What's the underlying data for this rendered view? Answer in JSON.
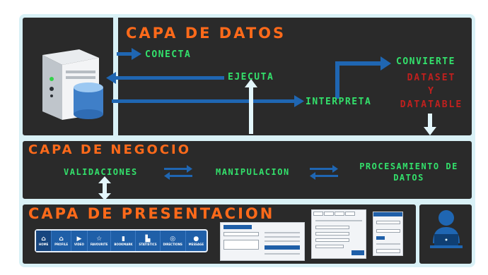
{
  "layers": {
    "datos": {
      "title": "CAPA DE DATOS"
    },
    "negocio": {
      "title": "CAPA DE NEGOCIO"
    },
    "presentacion": {
      "title": "CAPA DE PRESENTACION"
    }
  },
  "datos_flow": {
    "conecta": "CONECTA",
    "ejecuta": "EJECUTA",
    "interpreta": "INTERPRETA",
    "convierte": "CONVIERTE",
    "converted": [
      "DATASET",
      "Y",
      "DATATABLE"
    ]
  },
  "negocio_flow": {
    "validaciones": "VALIDACIONES",
    "manipulacion": "MANIPULACION",
    "procesamiento": [
      "PROCESAMIENTO DE",
      "DATOS"
    ]
  },
  "nav_items": [
    {
      "label": "HOME",
      "icon": "home-icon"
    },
    {
      "label": "PROFILE",
      "icon": "profile-icon"
    },
    {
      "label": "VIDEO",
      "icon": "video-icon"
    },
    {
      "label": "FAVOURITE",
      "icon": "star-icon"
    },
    {
      "label": "BOOKMARK",
      "icon": "bookmark-icon"
    },
    {
      "label": "STATISTICS",
      "icon": "statistics-icon"
    },
    {
      "label": "DIRECTIONS",
      "icon": "directions-icon"
    },
    {
      "label": "MESSAGE",
      "icon": "message-icon"
    }
  ],
  "colors": {
    "frame": "#d9f1f6",
    "panel": "#2a2a2a",
    "title": "#ff6a1a",
    "label": "#33e06b",
    "emphasis": "#c0201e",
    "arrow_blue": "#1f66b2",
    "arrow_light": "#e3f6fb"
  }
}
